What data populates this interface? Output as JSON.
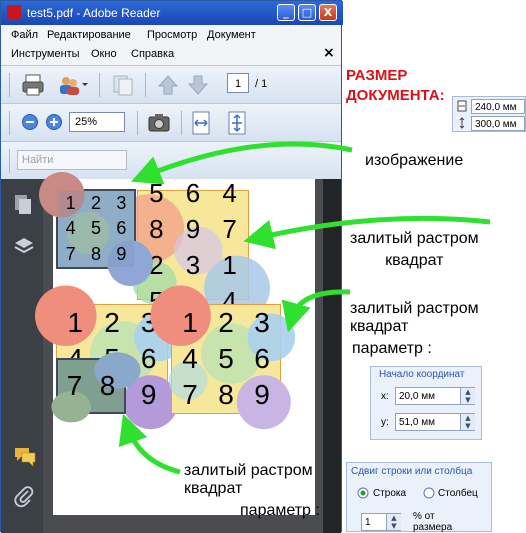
{
  "window": {
    "title": "test5.pdf - Adobe Reader",
    "controls": {
      "minimize": "_",
      "maximize": "□",
      "close": "X"
    },
    "close_doc": "×"
  },
  "menu": {
    "row1": [
      "Файл",
      "Редактирование",
      "Просмотр",
      "Документ"
    ],
    "row2": [
      "Инструменты",
      "Окно",
      "Справка"
    ]
  },
  "toolbar": {
    "page_current": "1",
    "page_total": "/ 1",
    "zoom": "25%",
    "find_placeholder": "Найти"
  },
  "pdf_tiles": {
    "tile_a": [
      "1",
      "2",
      "3",
      "4",
      "5",
      "6",
      "7",
      "8",
      "9"
    ],
    "tile_b": [
      "5",
      "6",
      "4",
      "8",
      "9",
      "7",
      "2",
      "3",
      "1",
      "5",
      "6",
      "4"
    ],
    "tile_c": [
      "1",
      "2",
      "3",
      "4",
      "5",
      "6",
      "7",
      "8",
      "9"
    ],
    "tile_d": [
      "1",
      "2",
      "3",
      "4",
      "5",
      "6",
      "7",
      "8",
      "9"
    ],
    "tile_e": [
      "7",
      "8"
    ]
  },
  "annotations": {
    "doc_size_label": "РАЗМЕР\nДОКУМЕНТА:",
    "doc_width": "240,0 мм",
    "doc_height": "300,0 мм",
    "image_label": "изображение",
    "raster_square_1": "залитый растром\nквадрат",
    "raster_square_2": "залитый растром\nквадрат",
    "param_1": "параметр :",
    "raster_square_3": "залитый растром\nквадрат",
    "param_2": "параметр :"
  },
  "origin_panel": {
    "title": "Начало координат",
    "x_label": "x:",
    "x_value": "20,0 мм",
    "y_label": "y:",
    "y_value": "51,0 мм"
  },
  "shift_panel": {
    "title": "Сдвиг строки или столбца",
    "option_row": "Строка",
    "option_col": "Столбец",
    "selected": "Строка",
    "value": "1",
    "unit": "% от\nразмера"
  },
  "colors": {
    "annotation_red": "#d8121a",
    "arrow_green": "#2fe02f",
    "title_bar": "#1f50c0"
  }
}
